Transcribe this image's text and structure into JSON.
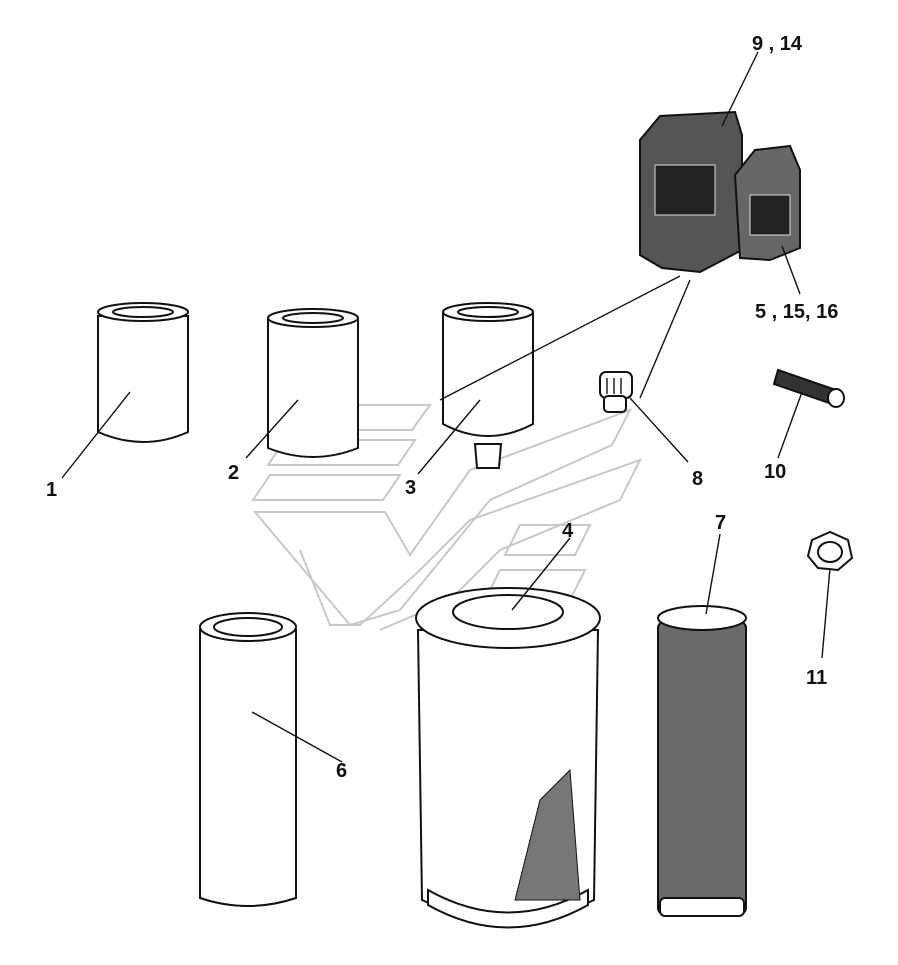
{
  "callouts": {
    "c1": "1",
    "c2": "2",
    "c3": "3",
    "c4": "4",
    "c5_15_16": "5 , 15, 16",
    "c6": "6",
    "c7": "7",
    "c8": "8",
    "c9_14": "9 , 14",
    "c10": "10",
    "c11": "11"
  },
  "colors": {
    "line": "#111111",
    "watermark": "#c8c8c8",
    "canister_dark": "#555555"
  },
  "icons": [
    "oil-filter-icon",
    "fuel-filter-icon",
    "separator-filter-icon",
    "air-filter-icon",
    "safety-filter-icon",
    "hydraulic-filter-icon",
    "breather-icon",
    "canister-icon",
    "bolt-icon",
    "nut-icon"
  ]
}
